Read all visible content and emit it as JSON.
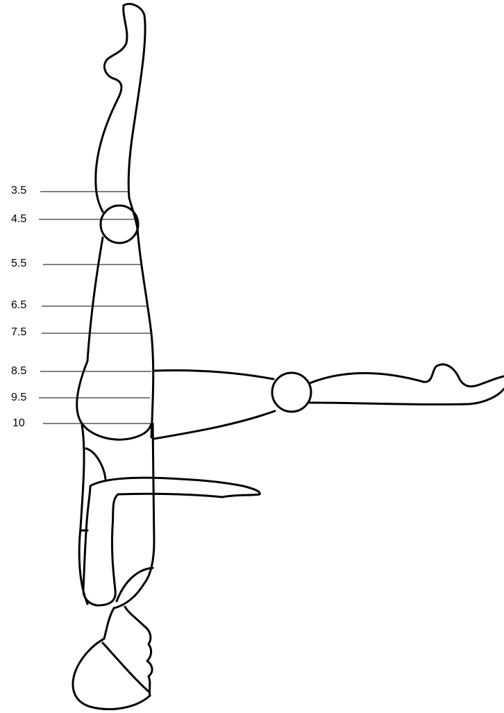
{
  "diagram": {
    "measurement_marks": [
      {
        "label": "3.5"
      },
      {
        "label": "4.5"
      },
      {
        "label": "5.5"
      },
      {
        "label": "6.5"
      },
      {
        "label": "7.5"
      },
      {
        "label": "8.5"
      },
      {
        "label": "9.5"
      },
      {
        "label": "10"
      }
    ],
    "colors": {
      "stroke": "#000000",
      "background": "#ffffff"
    }
  }
}
